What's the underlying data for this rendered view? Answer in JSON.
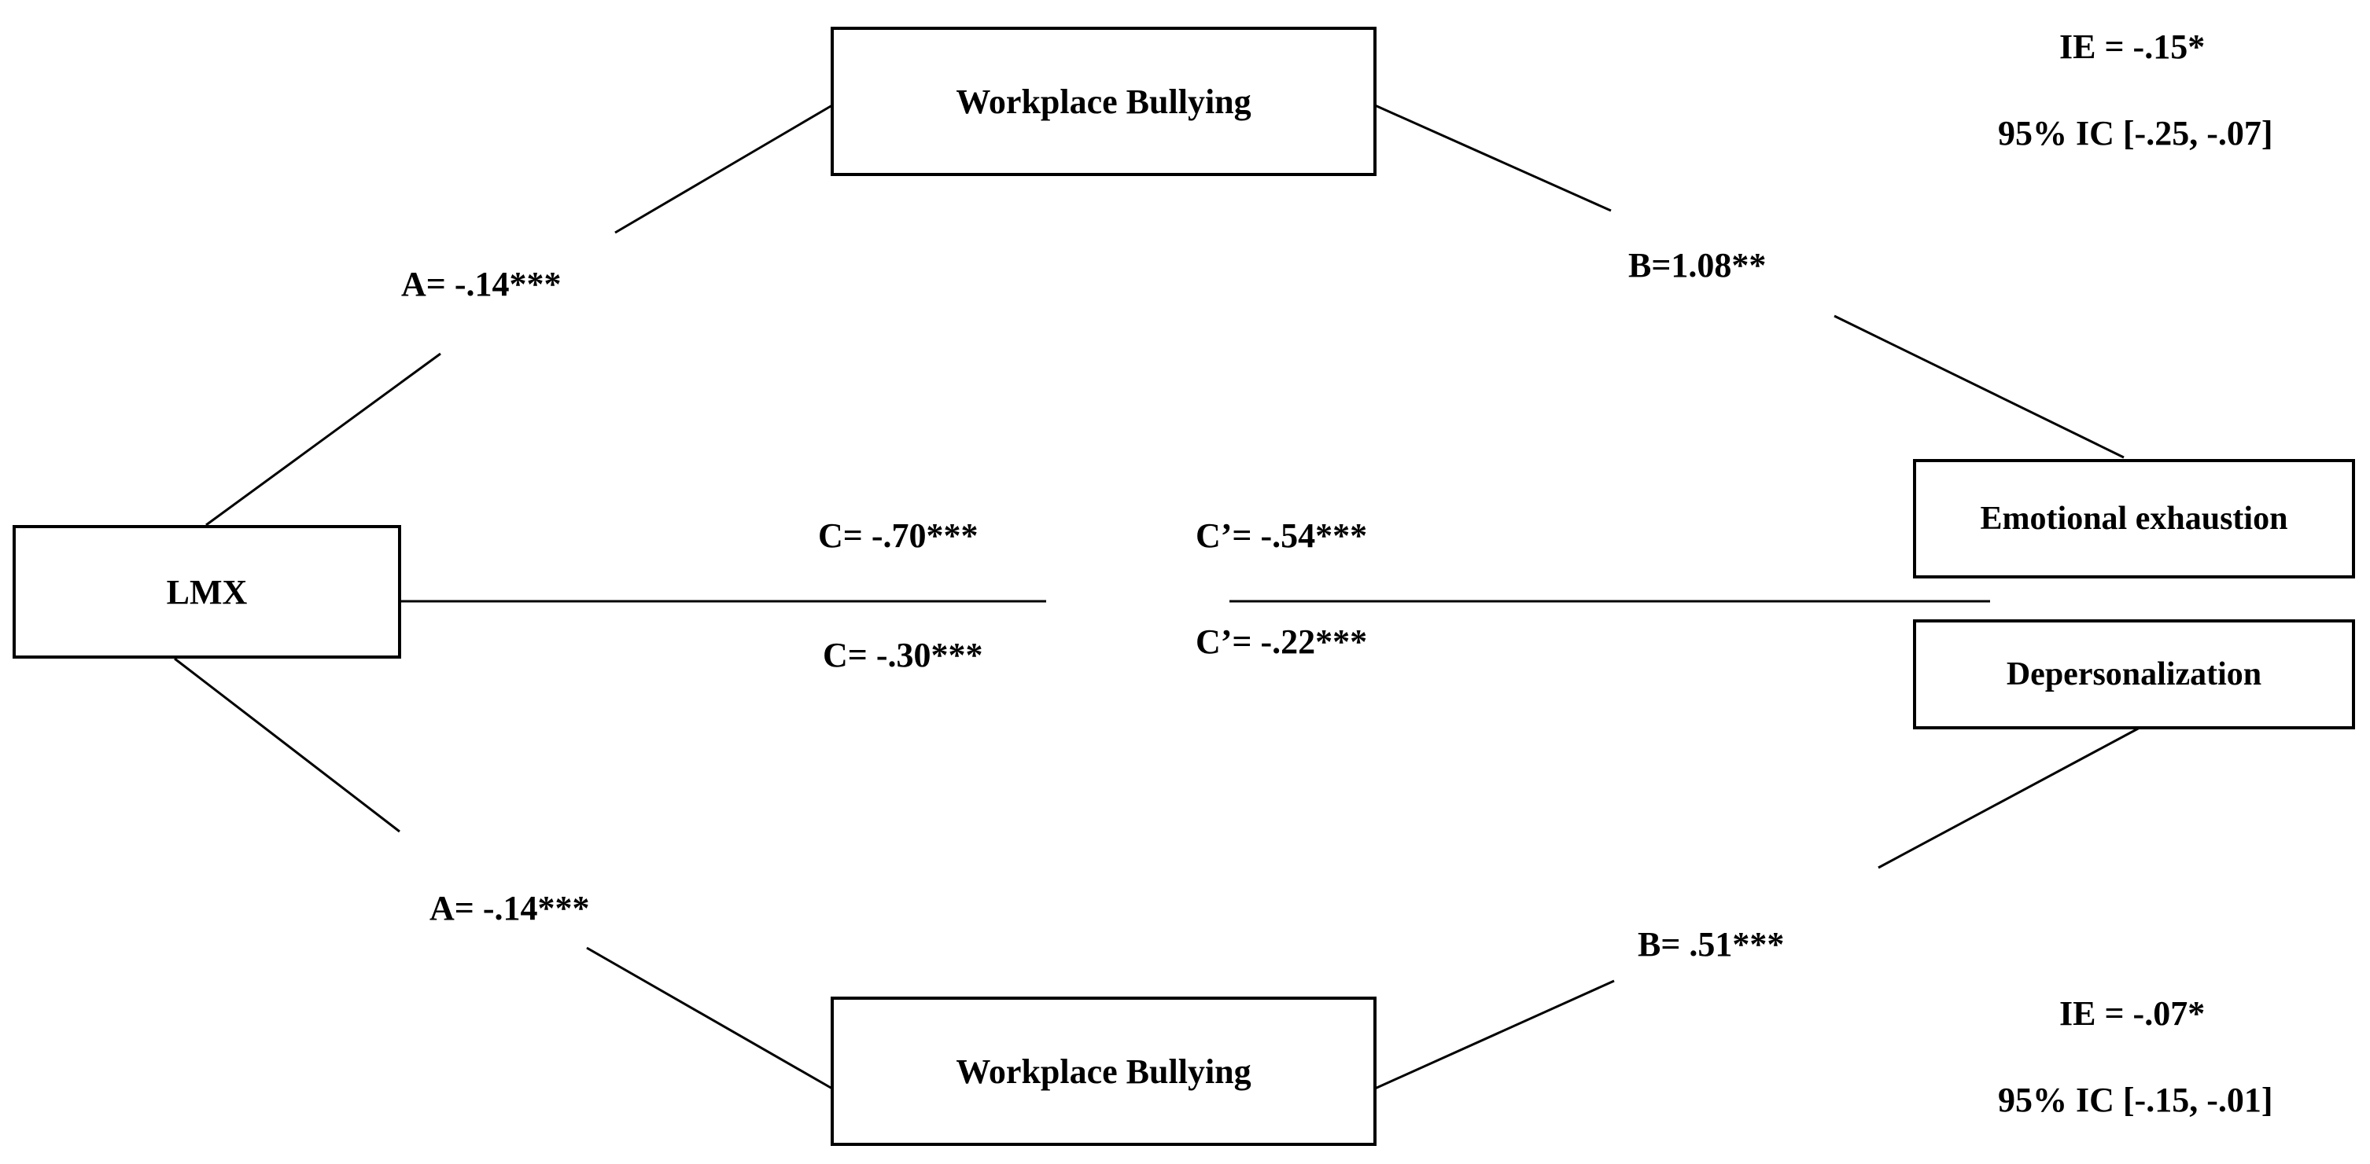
{
  "nodes": {
    "lmx": "LMX",
    "bullying_top": "Workplace Bullying",
    "bullying_bottom": "Workplace Bullying",
    "emotional_exhaustion": "Emotional exhaustion",
    "depersonalization": "Depersonalization"
  },
  "paths": {
    "a_top": "A= -.14***",
    "b_top": "B=1.08**",
    "a_bottom": "A= -.14***",
    "b_bottom": "B= .51***",
    "c_top": "C= -.70***",
    "c_prime_top": "C’= -.54***",
    "c_bottom": "C= -.30***",
    "c_prime_bottom": "C’= -.22***"
  },
  "indirect_effects": {
    "top_ie": "IE = -.15*",
    "top_ci": "95% IC [-.25, -.07]",
    "bottom_ie": "IE = -.07*",
    "bottom_ci": "95% IC [-.15, -.01]"
  },
  "colors": {
    "stroke": "#000000",
    "background": "#ffffff"
  }
}
